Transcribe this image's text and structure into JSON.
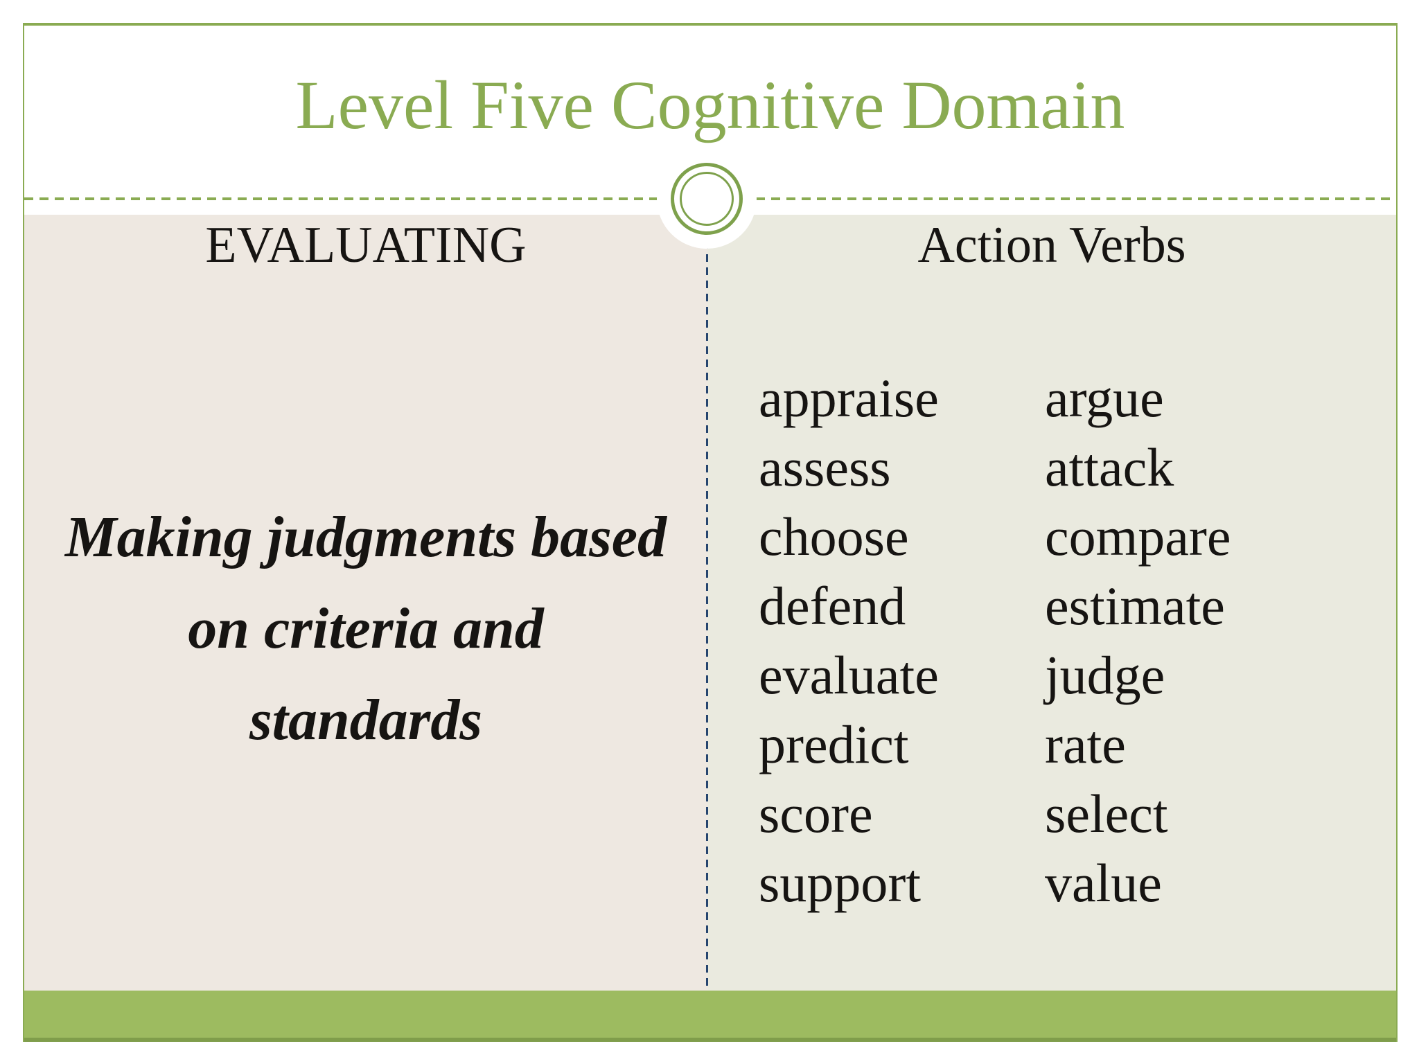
{
  "slide": {
    "title": "Level Five Cognitive Domain",
    "left_panel": {
      "heading": "EVALUATING",
      "description_lines": [
        "Making judgments based",
        "on criteria and",
        "standards"
      ]
    },
    "right_panel": {
      "heading": "Action Verbs",
      "verbs_col1": [
        "appraise",
        "assess",
        "choose",
        "defend",
        "evaluate",
        "predict",
        "score",
        "support"
      ],
      "verbs_col2": [
        "argue",
        "attack",
        "compare",
        "estimate",
        "judge",
        "rate",
        "select",
        "value"
      ]
    },
    "colors": {
      "accent_green": "#8aab52",
      "ornament_green": "#7ea14c",
      "bottom_bar_green": "#9dbb60",
      "bottom_bar_edge_green": "#7f9d4b",
      "left_panel_bg": "#eee8e1",
      "right_panel_bg": "#eaeadf",
      "divider_navy": "#26456f",
      "text_color": "#161412"
    }
  }
}
